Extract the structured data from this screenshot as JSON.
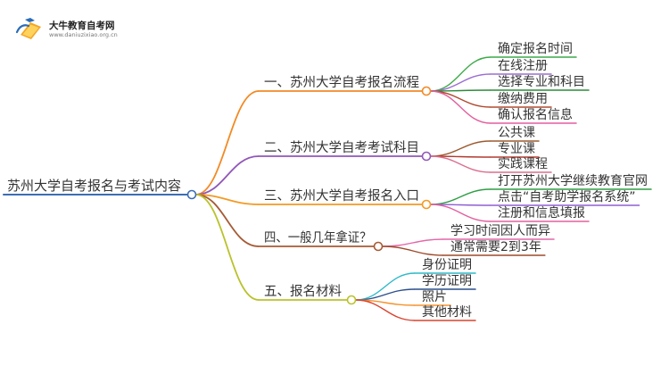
{
  "logo": {
    "title": "大牛教育自考网",
    "url": "www.daniuzixiao.org.cn",
    "icon": "book-logo-icon",
    "colors": {
      "book": "#f5a524",
      "page": "#ffd25c",
      "accent": "#2a6cb8"
    }
  },
  "colors": {
    "text": "#333333",
    "circle_fill": "#ffffff"
  },
  "mindmap": {
    "root": {
      "label": "苏州大学自考报名与考试内容",
      "color": "#3c6db3"
    },
    "branches": [
      {
        "label": "一、苏州大学自考报名流程",
        "color": "#f28a25",
        "children": [
          {
            "label": "确定报名时间",
            "color": "#3daa4a"
          },
          {
            "label": "在线注册",
            "color": "#9b6fd1"
          },
          {
            "label": "选择专业和科目",
            "color": "#2f8a3a"
          },
          {
            "label": "缴纳费用",
            "color": "#b04a2e"
          },
          {
            "label": "确认报名信息",
            "color": "#e35f9e"
          }
        ]
      },
      {
        "label": "二、苏州大学自考考试科目",
        "color": "#9158b8",
        "children": [
          {
            "label": "公共课",
            "color": "#9c5a2e"
          },
          {
            "label": "专业课",
            "color": "#b13a2f"
          },
          {
            "label": "实践课程",
            "color": "#db6f8f"
          }
        ]
      },
      {
        "label": "三、苏州大学自考报名入口",
        "color": "#f39a24",
        "children": [
          {
            "label": "打开苏州大学继续教育官网",
            "color": "#2f9e44"
          },
          {
            "label": "点击“自考助学报名系统”",
            "color": "#8f5fd3"
          },
          {
            "label": "注册和信息填报",
            "color": "#e2609e"
          }
        ]
      },
      {
        "label": "四、一般几年拿证？",
        "color": "#a65b35",
        "children": [
          {
            "label": "学习时间因人而异",
            "color": "#e466a8"
          },
          {
            "label": "通常需要2到3年",
            "color": "#9e4a2b"
          }
        ]
      },
      {
        "label": "五、报名材料",
        "color": "#b9c22c",
        "children": [
          {
            "label": "身份证明",
            "color": "#2bb9c9"
          },
          {
            "label": "学历证明",
            "color": "#2c4f8c"
          },
          {
            "label": "照片",
            "color": "#f5922b"
          },
          {
            "label": "其他材料",
            "color": "#d9442f"
          }
        ]
      }
    ]
  }
}
